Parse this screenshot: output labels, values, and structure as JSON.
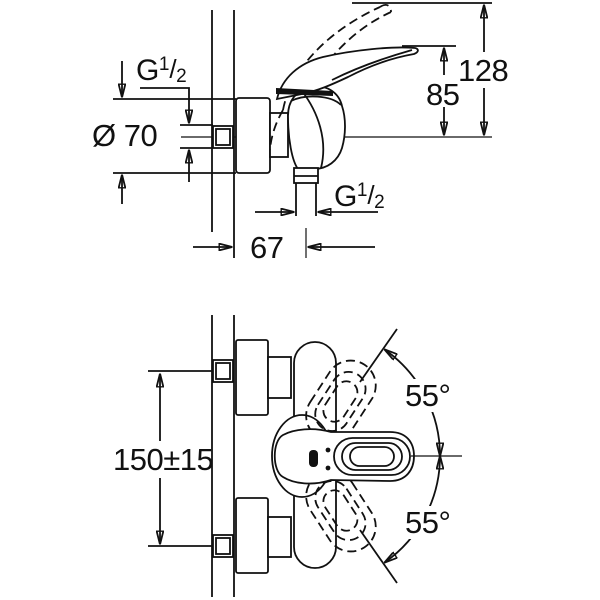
{
  "page": {
    "background": "#ffffff",
    "line_color": "#111111"
  },
  "side_view": {
    "thread_inlet": {
      "letter": "G",
      "numerator": "1",
      "slash": "/",
      "denominator": "2"
    },
    "escutcheon_diameter": "Ø 70",
    "overall_height": "128",
    "handle_height": "85",
    "thread_outlet": {
      "letter": "G",
      "numerator": "1",
      "slash": "/",
      "denominator": "2"
    },
    "wall_to_outlet": "67"
  },
  "front_view": {
    "connection_distance": "150±15",
    "handle_swing_up": "55°",
    "handle_swing_down": "55°"
  }
}
